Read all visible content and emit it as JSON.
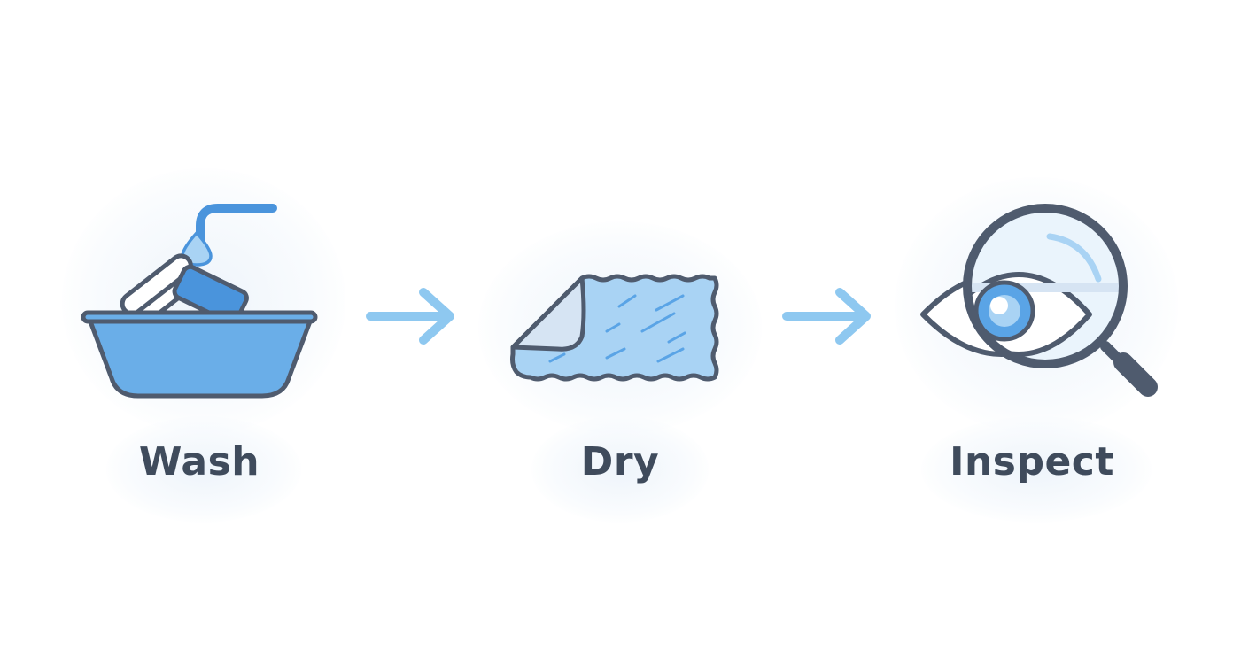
{
  "colors": {
    "outline": "#4f5b6e",
    "label": "#3f4b5c",
    "water_blue": "#4a94dc",
    "basin_fill": "#6aaee8",
    "light_blue": "#a9d3f4",
    "arrow": "#8ec8f0",
    "eye_iris": "#5aa4e6"
  },
  "steps": [
    {
      "label": "Wash",
      "icon": "wash-basin-icon"
    },
    {
      "label": "Dry",
      "icon": "towel-icon"
    },
    {
      "label": "Inspect",
      "icon": "magnifier-eye-icon"
    }
  ],
  "connectors": [
    {
      "icon": "arrow-right-icon",
      "from": "Wash",
      "to": "Dry"
    },
    {
      "icon": "arrow-right-icon",
      "from": "Dry",
      "to": "Inspect"
    }
  ]
}
